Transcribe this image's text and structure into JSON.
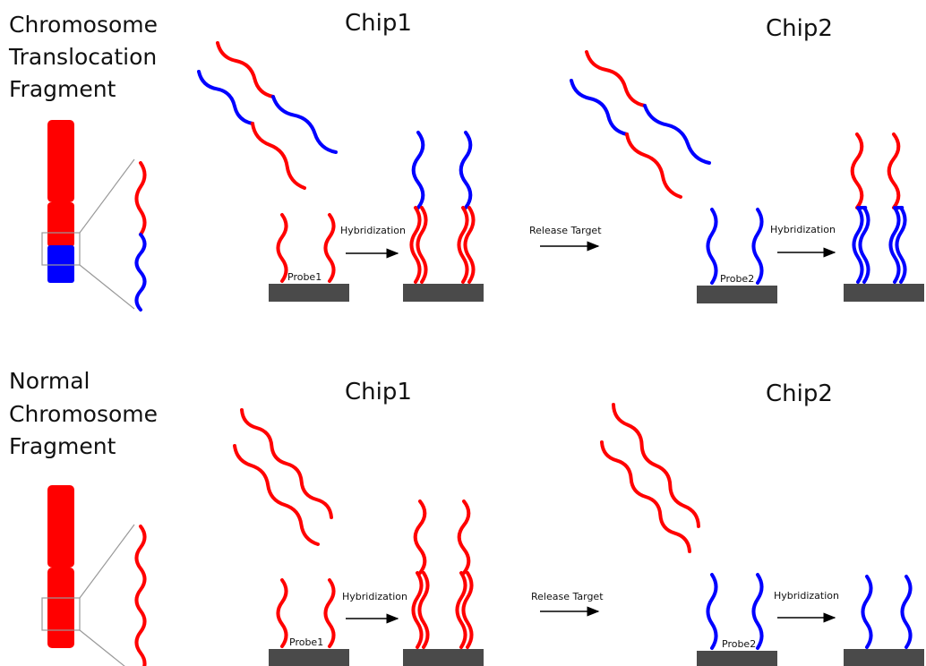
{
  "colors": {
    "red": "#ff0000",
    "blue": "#0000ff",
    "chip": "#4a4a4a",
    "zoom": "#999999",
    "text": "#111111"
  },
  "rows": [
    {
      "heading": [
        "Chromosome",
        "Translocation",
        "Fragment"
      ],
      "chip1_label": "Chip1",
      "chip2_label": "Chip2",
      "probe1_label": "Probe1",
      "probe2_label": "Probe2",
      "hyb1_label": "Hybridization",
      "release_label": "Release Target",
      "hyb2_label": "Hybridization"
    },
    {
      "heading": [
        "Normal",
        "Chromosome",
        "Fragment"
      ],
      "chip1_label": "Chip1",
      "chip2_label": "Chip2",
      "probe1_label": "Probe1",
      "probe2_label": "Probe2",
      "hyb1_label": "Hybridization",
      "release_label": "Release Target",
      "hyb2_label": "Hybridization"
    }
  ]
}
